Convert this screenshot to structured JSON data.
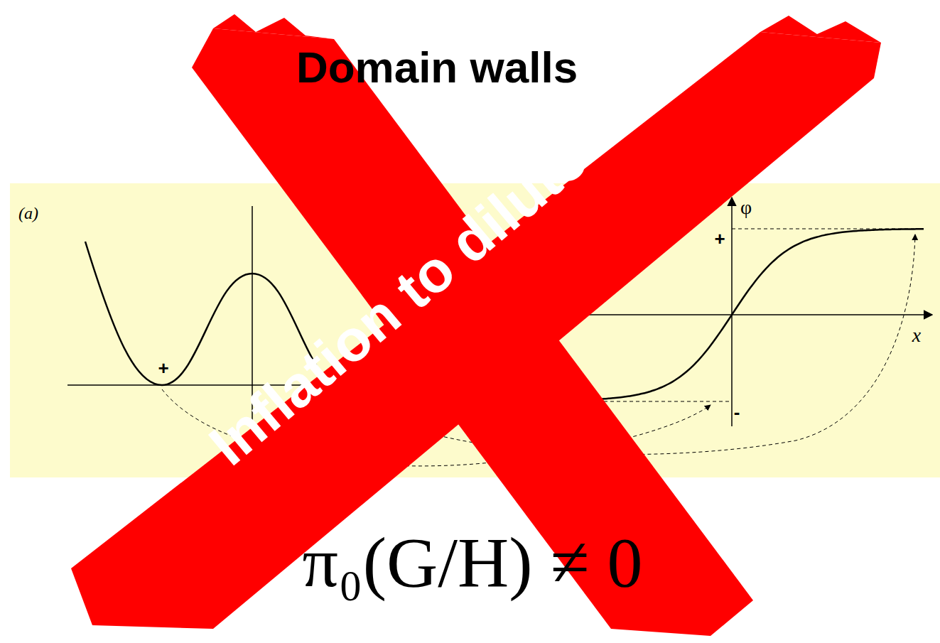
{
  "diagram": {
    "title": "Domain walls",
    "labels": [
      "(a)",
      "+",
      "-",
      "φ",
      "+",
      "-",
      "x",
      "π₀(G/H) ≠ 0",
      "Inflation to dilute"
    ]
  }
}
